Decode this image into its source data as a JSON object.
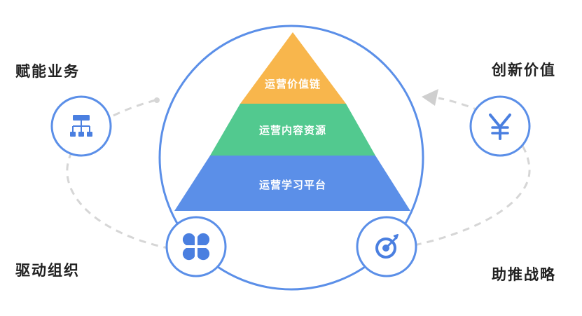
{
  "pyramid": {
    "tiers": [
      {
        "label": "运营价值链",
        "color": "#F8B64C"
      },
      {
        "label": "运营内容资源",
        "color": "#52C98F"
      },
      {
        "label": "运营学习平台",
        "color": "#5B8FE8"
      }
    ]
  },
  "outcomes": {
    "top_left": "赋能业务",
    "top_right": "创新价值",
    "bottom_left": "驱动组织",
    "bottom_right": "助推战略"
  },
  "icons": {
    "top_left": "org-chart-icon",
    "top_right": "yuan-icon",
    "bottom_left": "four-petal-grid-icon",
    "bottom_right": "target-icon"
  },
  "colors": {
    "circle_stroke": "#5B8FE8",
    "icon_blue": "#4A7FE0",
    "dash": "#D6D6D6",
    "label": "#222222"
  }
}
